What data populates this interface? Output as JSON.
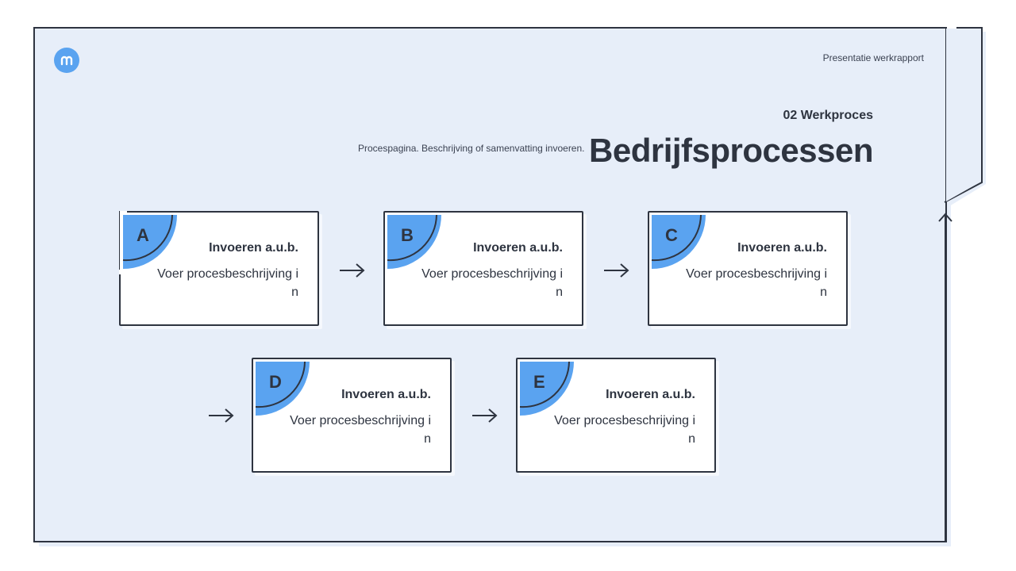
{
  "colors": {
    "panel_background": "#e7eef9",
    "accent_blue": "#5aa3f0",
    "ink": "#2e3440"
  },
  "logo": {
    "letter": "m",
    "icon": "brand-logo-icon"
  },
  "header": {
    "report_title": "Presentatie werkrapport"
  },
  "section": {
    "label": "02 Werkproces",
    "title": "Bedrijfsprocessen",
    "subtitle": "Procespagina. Beschrijving of samenvatting invoeren."
  },
  "process_steps": [
    {
      "letter": "A",
      "title": "Invoeren a.u.b.",
      "description": "Voer procesbeschrijving in"
    },
    {
      "letter": "B",
      "title": "Invoeren a.u.b.",
      "description": "Voer procesbeschrijving in"
    },
    {
      "letter": "C",
      "title": "Invoeren a.u.b.",
      "description": "Voer procesbeschrijving in"
    },
    {
      "letter": "D",
      "title": "Invoeren a.u.b.",
      "description": "Voer procesbeschrijving in"
    },
    {
      "letter": "E",
      "title": "Invoeren a.u.b.",
      "description": "Voer procesbeschrijving in"
    }
  ]
}
